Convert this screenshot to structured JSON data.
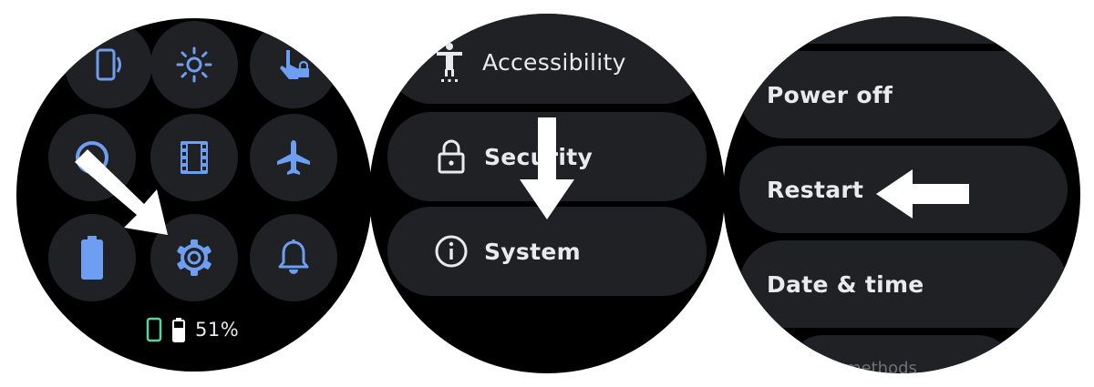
{
  "colors": {
    "watch_bg": "#000000",
    "tile_bg": "#202124",
    "accent_blue": "#6e9ef2",
    "text_light": "#e8eaed",
    "phone_green": "#5fd19a",
    "arrow_white": "#ffffff"
  },
  "panel1": {
    "tiles": [
      {
        "icon": "phone-vibrate-icon"
      },
      {
        "icon": "brightness-icon"
      },
      {
        "icon": "touch-lock-icon"
      },
      {
        "icon": "theater-mode-icon"
      },
      {
        "icon": "film-icon"
      },
      {
        "icon": "airplane-icon"
      },
      {
        "icon": "battery-saver-icon"
      },
      {
        "icon": "settings-gear-icon"
      },
      {
        "icon": "bell-icon"
      }
    ],
    "status": {
      "battery_percent": "51%"
    }
  },
  "panel2": {
    "items": [
      {
        "label": "Accessibility",
        "icon": "accessibility-icon"
      },
      {
        "label": "Security",
        "icon": "lock-icon"
      },
      {
        "label": "System",
        "icon": "info-icon"
      }
    ]
  },
  "panel3": {
    "items": [
      {
        "label": "Power off"
      },
      {
        "label": "Restart"
      },
      {
        "label": "Date & time"
      }
    ],
    "partial_bottom": "methods"
  }
}
